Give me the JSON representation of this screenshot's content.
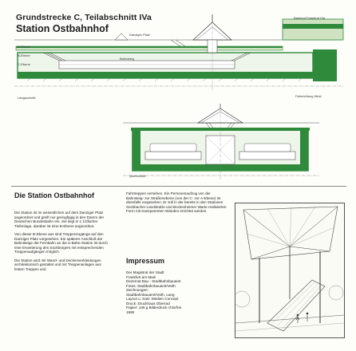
{
  "header": {
    "subtitle": "Grundstrecke C, Teilabschnitt IVa",
    "station": "Station Ostbahnhof"
  },
  "drawing_labels": {
    "bahnhof": "Bahnhof Frankfurt Ost",
    "platz": "Danziger Platz",
    "laengsschnitt": "Längsschnitt",
    "querschnitt": "Querschnitt",
    "a_ebene": "A-Ebene",
    "b_ebene": "B-Ebene",
    "c_ebene": "C-Ebene",
    "bahnsteig": "Bahnsteig",
    "richtung": "Fahrrichtung West"
  },
  "article": {
    "title": "Die Station Ostbahnhof",
    "col1": [
      "Die Station ist im wesentlichen auf dem Danziger Platz angeordnet und greift nur geringfügig in den Damm der Deutschen Bundesbahn ein. Sie liegt in 1 1/2facher Tiefenlage, darüber ist eine B-Ebene angeordnet.",
      "Von dieser B-Ebene aus sind Treppenzugänge auf den Danziger Platz vorgesehen. Ein späterer Anschluß der Bahnsteige der Fernbahn an die U-Bahn-Station ist durch eine Erweiterung des Sockbürgers mit entsprechenden Treppenaufgängen möglich.",
      "Die Station wird mit Wand- und Deckenverkleidungen architektonisch gestaltet und mit Treppenanlagen aus festen Treppen und"
    ],
    "col2": "Fahrtreppen versehen. Ein Personenaufzug von der Bahnsteig- zur Straßenebene (von der C- zur A-Ebene) ist ebenfalls vorgesehen. Er soll in der bereits in den Stationen Seckbacher Landstraße und Bockenheimer Warte realisierten Form mit transparenten Wänden errichtet werden."
  },
  "impressum": {
    "title": "Impressum",
    "lines": [
      "Der Magistrat der Stadt",
      "Frankfurt am Main",
      "Dezernat Bau - Stadtbahnbauamt",
      "Fotos: Stadtbahnbauamt/Veith",
      "Zeichnungen:",
      "Stadtbahnbauamt/Veith, Lang",
      "Layout u. Satz: Medien Concept",
      "Druck: Druckhaus Oberrad",
      "Papier: 135 g Bilderdruck chlorfrei",
      "1990"
    ]
  },
  "colors": {
    "accent_green": "#2f8a3c",
    "light_green": "#cfe3c3",
    "line_dark": "#333333"
  }
}
